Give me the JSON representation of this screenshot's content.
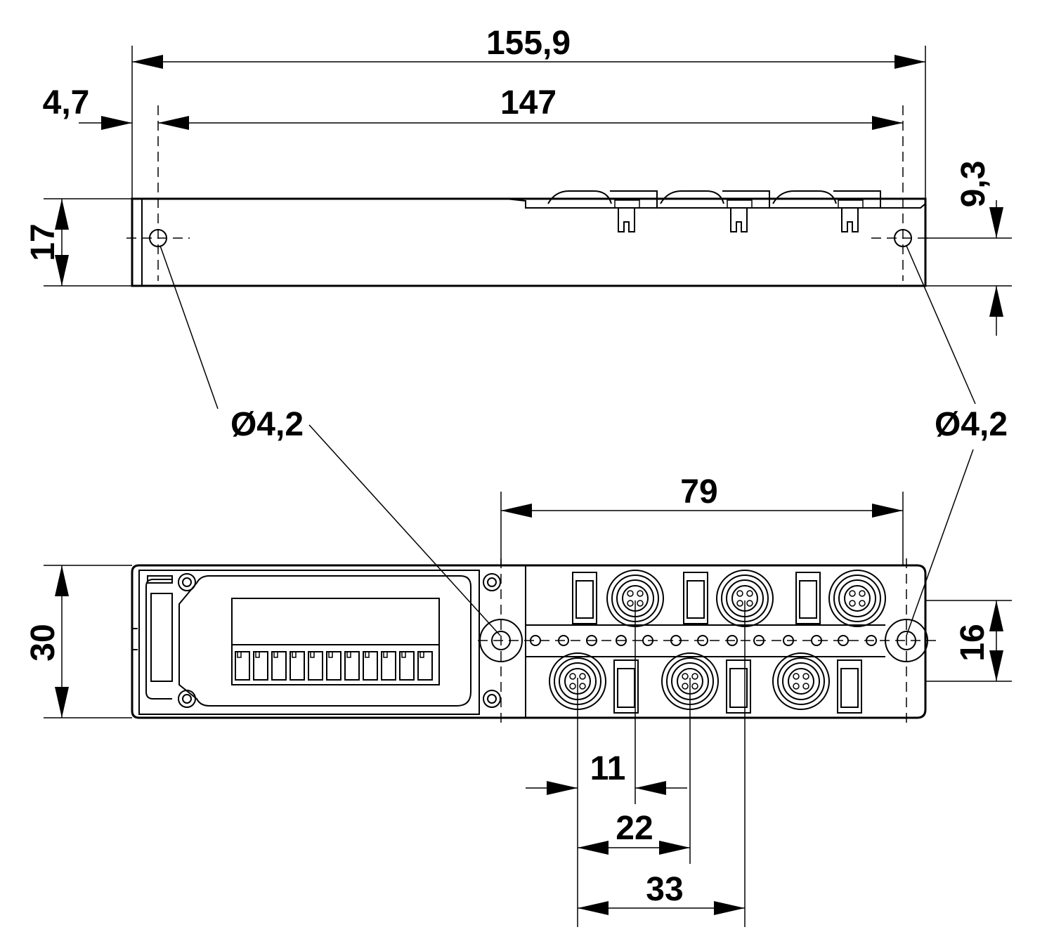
{
  "dimensions": {
    "overall_length": "155,9",
    "hole_spacing": "147",
    "hole_edge_offset": "4,7",
    "height_side": "17",
    "hole_height": "9,3",
    "hole_diameter_left": "Ø4,2",
    "hole_diameter_right": "Ø4,2",
    "connector_span": "79",
    "width": "30",
    "connector_row_spacing": "16",
    "pitch_11": "11",
    "pitch_22": "22",
    "pitch_33": "33"
  }
}
